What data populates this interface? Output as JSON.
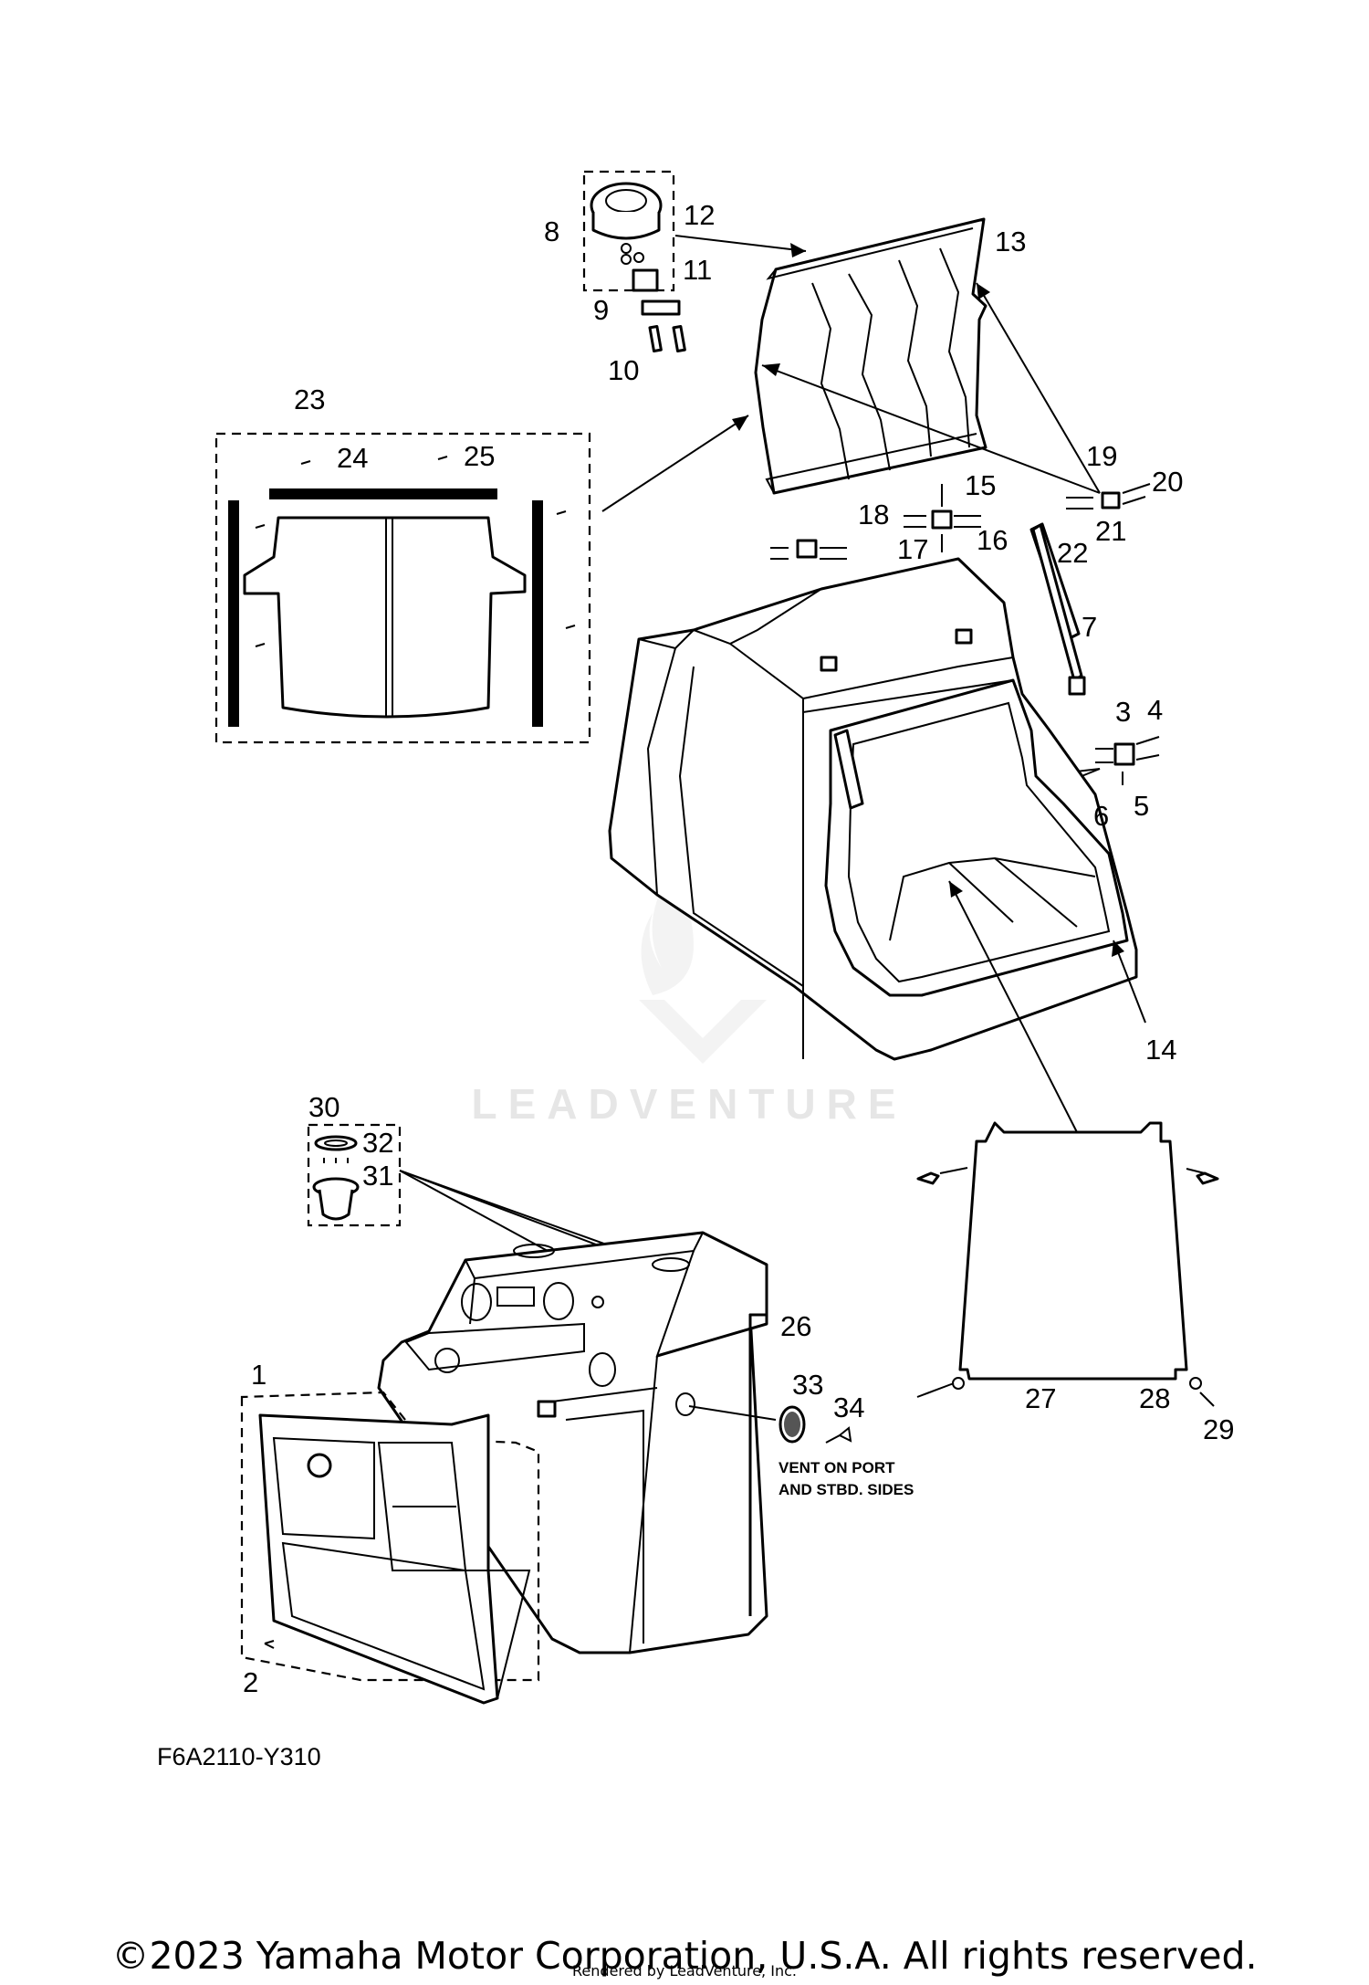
{
  "diagram": {
    "callouts": [
      {
        "id": "c1",
        "text": "1"
      },
      {
        "id": "c2",
        "text": "2"
      },
      {
        "id": "c3",
        "text": "3"
      },
      {
        "id": "c4",
        "text": "4"
      },
      {
        "id": "c5",
        "text": "5"
      },
      {
        "id": "c6",
        "text": "6"
      },
      {
        "id": "c7",
        "text": "7"
      },
      {
        "id": "c8",
        "text": "8"
      },
      {
        "id": "c9",
        "text": "9"
      },
      {
        "id": "c10",
        "text": "10"
      },
      {
        "id": "c11",
        "text": "11"
      },
      {
        "id": "c12",
        "text": "12"
      },
      {
        "id": "c13",
        "text": "13"
      },
      {
        "id": "c14",
        "text": "14"
      },
      {
        "id": "c15",
        "text": "15"
      },
      {
        "id": "c16",
        "text": "16"
      },
      {
        "id": "c17",
        "text": "17"
      },
      {
        "id": "c18",
        "text": "18"
      },
      {
        "id": "c19",
        "text": "19"
      },
      {
        "id": "c20",
        "text": "20"
      },
      {
        "id": "c21",
        "text": "21"
      },
      {
        "id": "c22",
        "text": "22"
      },
      {
        "id": "c23",
        "text": "23"
      },
      {
        "id": "c24",
        "text": "24"
      },
      {
        "id": "c25",
        "text": "25"
      },
      {
        "id": "c26",
        "text": "26"
      },
      {
        "id": "c27",
        "text": "27"
      },
      {
        "id": "c28",
        "text": "28"
      },
      {
        "id": "c29",
        "text": "29"
      },
      {
        "id": "c30",
        "text": "30"
      },
      {
        "id": "c31",
        "text": "31"
      },
      {
        "id": "c32",
        "text": "32"
      },
      {
        "id": "c33",
        "text": "33"
      },
      {
        "id": "c34",
        "text": "34"
      }
    ],
    "vent_note_line1": "VENT ON PORT",
    "vent_note_line2": "AND STBD. SIDES",
    "diagram_code": "F6A2110-Y310",
    "watermark": "LEADVENTURE"
  },
  "footer": {
    "copyright": "©2023 Yamaha Motor Corporation, U.S.A. All rights reserved.",
    "rendered_by": "Rendered by LeadVenture, Inc."
  }
}
